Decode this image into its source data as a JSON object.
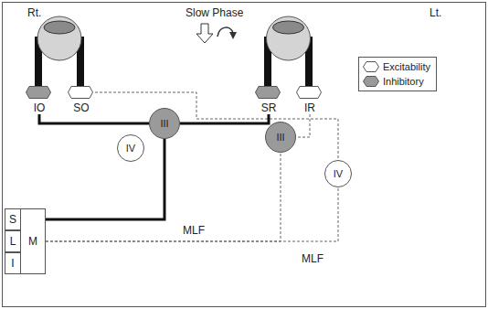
{
  "diagram": {
    "nodes": [
      {
        "text": [
          "IO"
        ]
      },
      {
        "text": [
          "SO"
        ]
      },
      {
        "text": [
          "SR"
        ]
      },
      {
        "text": [
          "IR"
        ]
      },
      {
        "text": [
          "III"
        ]
      },
      {
        "text": [
          "IV"
        ]
      },
      {
        "text": [
          "III"
        ]
      },
      {
        "text": [
          "IV"
        ]
      },
      {
        "text": [
          "S"
        ]
      },
      {
        "text": [
          "L"
        ]
      },
      {
        "text": [
          "I"
        ]
      },
      {
        "text": [
          "M"
        ]
      }
    ],
    "edges": [
      {
        "from": 0,
        "to": 4,
        "arrow": "none"
      },
      {
        "from": 1,
        "to": 7,
        "arrow": "none"
      },
      {
        "from": 2,
        "to": 4,
        "arrow": "none"
      },
      {
        "from": 3,
        "to": 6,
        "arrow": "none"
      },
      {
        "from": 8,
        "to": 4,
        "arrow": "none"
      },
      {
        "from": 11,
        "to": 6,
        "arrow": "none"
      },
      {
        "from": 11,
        "to": 7,
        "arrow": "none"
      }
    ],
    "labels": [
      "Rt.",
      "Lt.",
      "Slow Phase",
      "MLF",
      "MLF"
    ],
    "legend": [
      {
        "text": "Excitability"
      },
      {
        "text": "Inhibitory"
      }
    ]
  }
}
